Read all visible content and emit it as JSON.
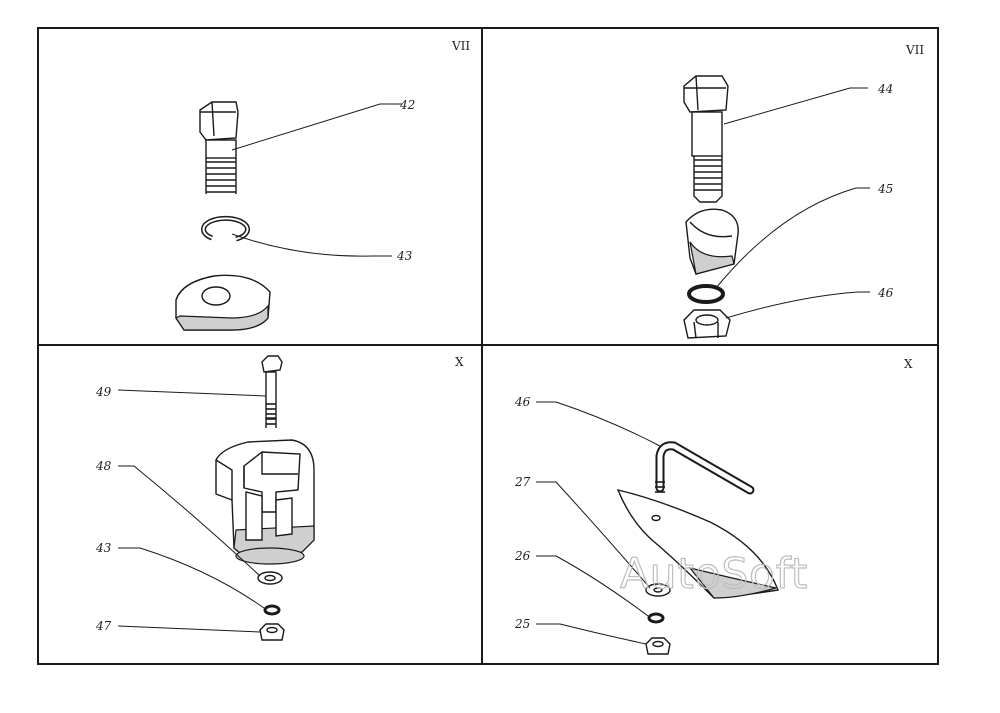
{
  "panels": {
    "top_left": {
      "roman": "VII",
      "labels": {
        "bolt": "42",
        "lock_ring": "43"
      }
    },
    "top_right": {
      "roman": "VII",
      "labels": {
        "bolt": "44",
        "washer": "45",
        "nut": "46"
      }
    },
    "bottom_left": {
      "roman": "X",
      "labels": {
        "bolt": "49",
        "plate": "48",
        "spring_washer": "43",
        "nut": "47"
      }
    },
    "bottom_right": {
      "roman": "X",
      "labels": {
        "hook_bolt": "46",
        "washer": "27",
        "spring_washer": "26",
        "nut": "25"
      }
    }
  },
  "watermark": "AutoSoft"
}
